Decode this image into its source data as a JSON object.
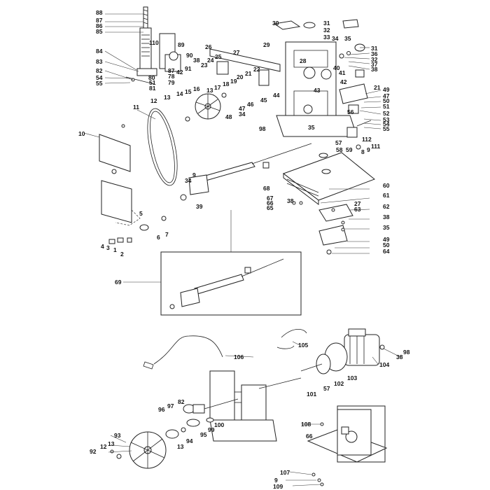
{
  "callouts": [
    "88",
    "87",
    "86",
    "85",
    "84",
    "83",
    "82",
    "54",
    "55",
    "110",
    "89",
    "90",
    "38",
    "91",
    "42",
    "80",
    "78",
    "79",
    "87",
    "81",
    "51",
    "30",
    "31",
    "32",
    "33",
    "34",
    "35",
    "31",
    "36",
    "32",
    "37",
    "38",
    "26",
    "27",
    "25",
    "24",
    "23",
    "29",
    "28",
    "40",
    "41",
    "22",
    "21",
    "20",
    "19",
    "18",
    "17",
    "13",
    "16",
    "15",
    "14",
    "13",
    "12",
    "11",
    "10",
    "44",
    "45",
    "43",
    "42",
    "21",
    "49",
    "47",
    "50",
    "51",
    "56",
    "52",
    "53",
    "54",
    "55",
    "46",
    "47",
    "34",
    "48",
    "98",
    "35",
    "57",
    "112",
    "111",
    "9",
    "8",
    "58",
    "59",
    "9",
    "34",
    "39",
    "68",
    "67",
    "66",
    "65",
    "38",
    "60",
    "61",
    "27",
    "63",
    "62",
    "38",
    "35",
    "49",
    "50",
    "64",
    "5",
    "7",
    "6",
    "4",
    "3",
    "1",
    "2",
    "69",
    "106",
    "105",
    "98",
    "38",
    "104",
    "102",
    "103",
    "57",
    "101",
    "82",
    "97",
    "96",
    "100",
    "99",
    "95",
    "94",
    "13",
    "93",
    "12",
    "13",
    "92",
    "108",
    "66",
    "107",
    "9",
    "109"
  ]
}
